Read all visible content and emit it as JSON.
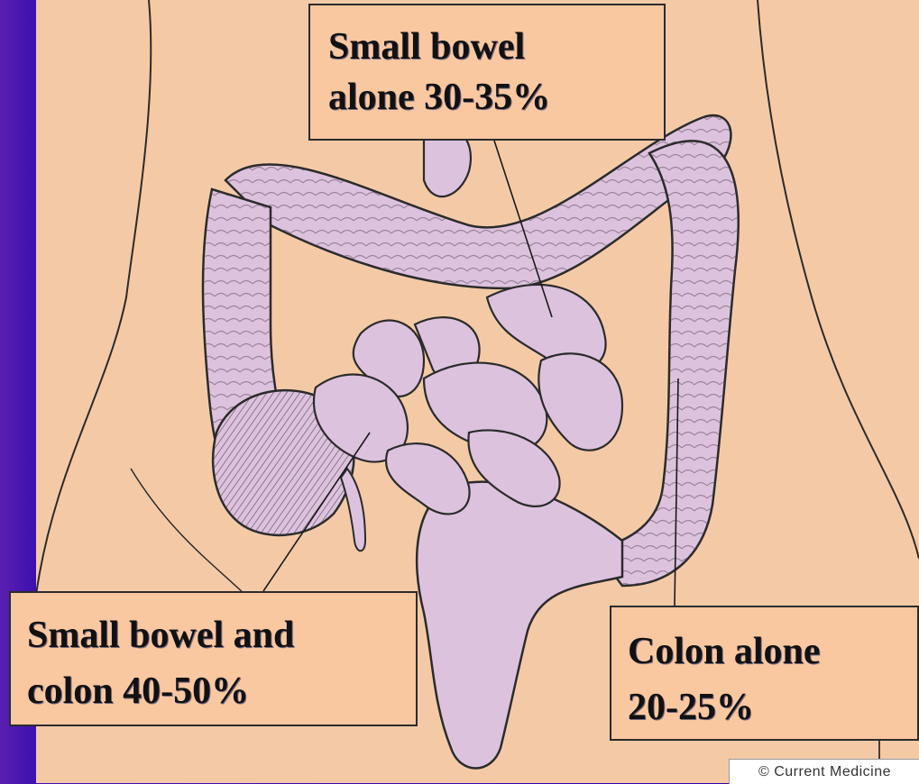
{
  "labels": {
    "small_bowel_alone": [
      "Small bowel",
      "alone 30-35%"
    ],
    "small_bowel_and_colon": [
      "Small bowel and",
      "colon 40-50%"
    ],
    "colon_alone": [
      "Colon alone",
      "20-25%"
    ]
  },
  "credit": "© Current Medicine",
  "colors": {
    "background": "#3a0cae",
    "abdomen": "#f4caa6",
    "intestine": "#ddc2de",
    "label_box": "#f9c7a0"
  }
}
